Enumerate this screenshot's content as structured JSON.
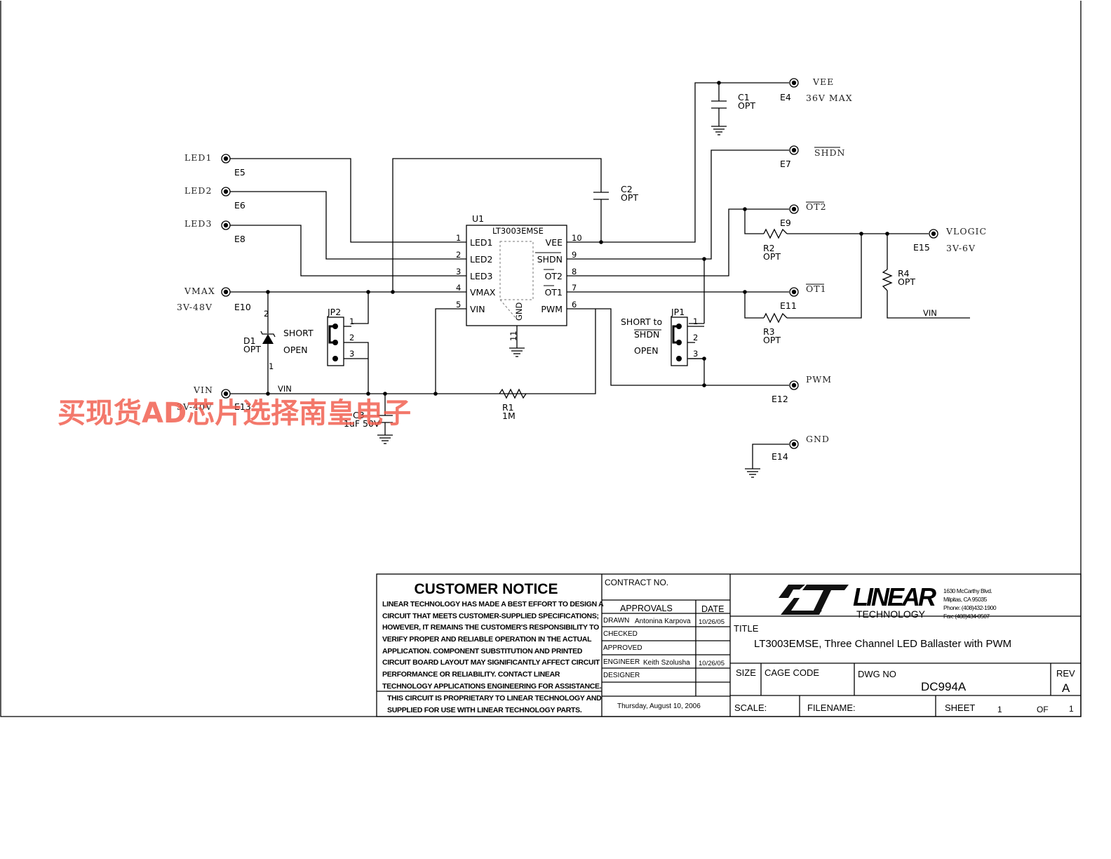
{
  "terminals": {
    "vee": {
      "id": "E4",
      "name": "VEE",
      "note": "36V MAX"
    },
    "shdn": {
      "id": "E7",
      "name": "SHDN"
    },
    "ot2": {
      "id": "E9",
      "name": "OT2"
    },
    "vlogic": {
      "id": "E15",
      "name": "VLOGIC",
      "note": "3V-6V"
    },
    "ot1": {
      "id": "E11",
      "name": "OT1"
    },
    "pwm": {
      "id": "E12",
      "name": "PWM"
    },
    "gnd": {
      "id": "E14",
      "name": "GND"
    },
    "led1": {
      "id": "E5",
      "name": "LED1"
    },
    "led2": {
      "id": "E6",
      "name": "LED2"
    },
    "led3": {
      "id": "E8",
      "name": "LED3"
    },
    "vmax": {
      "id": "E10",
      "name": "VMAX",
      "note": "3V-48V"
    },
    "vin": {
      "id": "E13",
      "name": "VIN",
      "note": "3V-40V"
    }
  },
  "ic": {
    "ref": "U1",
    "part": "LT3003EMSE",
    "gnd_label": "GND",
    "gnd_pin": "11",
    "left_pins": [
      {
        "num": "1",
        "name": "LED1"
      },
      {
        "num": "2",
        "name": "LED2"
      },
      {
        "num": "3",
        "name": "LED3"
      },
      {
        "num": "4",
        "name": "VMAX"
      },
      {
        "num": "5",
        "name": "VIN"
      }
    ],
    "right_pins": [
      {
        "num": "10",
        "name": "VEE"
      },
      {
        "num": "9",
        "name": "SHDN"
      },
      {
        "num": "8",
        "name": "OT2"
      },
      {
        "num": "7",
        "name": "OT1"
      },
      {
        "num": "6",
        "name": "PWM"
      }
    ]
  },
  "components": {
    "c1": {
      "ref": "C1",
      "value": "OPT"
    },
    "c2": {
      "ref": "C2",
      "value": "OPT"
    },
    "c3": {
      "ref": "C3",
      "value": "1uF 50V"
    },
    "r1": {
      "ref": "R1",
      "value": "1M"
    },
    "r2": {
      "ref": "R2",
      "value": "OPT"
    },
    "r3": {
      "ref": "R3",
      "value": "OPT"
    },
    "r4": {
      "ref": "R4",
      "value": "OPT"
    },
    "d1": {
      "ref": "D1",
      "value": "OPT",
      "pin_a": "2",
      "pin_k": "1"
    },
    "jp1": {
      "ref": "JP1",
      "label_top": "SHORT to",
      "label_mid": "SHDN",
      "label_bot": "OPEN",
      "pins": [
        "1",
        "2",
        "3"
      ]
    },
    "jp2": {
      "ref": "JP2",
      "label_top": "SHORT",
      "label_bot": "OPEN",
      "pins": [
        "1",
        "2",
        "3"
      ]
    }
  },
  "net_labels": {
    "vin_net": "VIN",
    "vin_net_r4": "VIN"
  },
  "watermark": "买现货AD芯片选择南皇电子",
  "title_block": {
    "notice_title": "CUSTOMER NOTICE",
    "notice_lines": [
      "LINEAR TECHNOLOGY HAS MADE A BEST EFFORT TO DESIGN A",
      "CIRCUIT THAT MEETS CUSTOMER-SUPPLIED SPECIFICATIONS;",
      "HOWEVER, IT REMAINS THE CUSTOMER'S RESPONSIBILITY TO",
      "VERIFY PROPER AND RELIABLE OPERATION IN THE ACTUAL",
      "APPLICATION.  COMPONENT SUBSTITUTION AND PRINTED",
      "CIRCUIT BOARD LAYOUT MAY SIGNIFICANTLY AFFECT CIRCUIT",
      "PERFORMANCE OR RELIABILITY.  CONTACT LINEAR",
      "TECHNOLOGY APPLICATIONS ENGINEERING FOR ASSISTANCE."
    ],
    "proprietary_lines": [
      "THIS CIRCUIT IS PROPRIETARY TO LINEAR TECHNOLOGY AND",
      "SUPPLIED FOR USE WITH LINEAR TECHNOLOGY PARTS."
    ],
    "contract_no": "CONTRACT NO.",
    "approvals": "APPROVALS",
    "date_hdr": "DATE",
    "drawn_lbl": "DRAWN",
    "drawn_name": "Antonina Karpova",
    "drawn_date": "10/26/05",
    "checked_lbl": "CHECKED",
    "approved_lbl": "APPROVED",
    "engineer_lbl": "ENGINEER",
    "engineer_name": "Keith Szolusha",
    "engineer_date": "10/26/05",
    "designer_lbl": "DESIGNER",
    "print_date": "Thursday, August 10, 2006",
    "logo_word": "LINEAR",
    "logo_sub": "TECHNOLOGY",
    "address": [
      "1630 McCarthy Blvd.",
      "Milpitas, CA 95035",
      "Phone: (408)432-1900",
      "Fax: (408)434-0507"
    ],
    "title_lbl": "TITLE",
    "title": "LT3003EMSE, Three Channel LED Ballaster with  PWM",
    "size_lbl": "SIZE",
    "cage_lbl": "CAGE CODE",
    "dwg_lbl": "DWG NO",
    "dwg_no": "DC994A",
    "rev_lbl": "REV",
    "rev": "A",
    "scale_lbl": "SCALE:",
    "filename_lbl": "FILENAME:",
    "sheet_lbl": "SHEET",
    "sheet": "1",
    "of_lbl": "OF",
    "of": "1"
  }
}
